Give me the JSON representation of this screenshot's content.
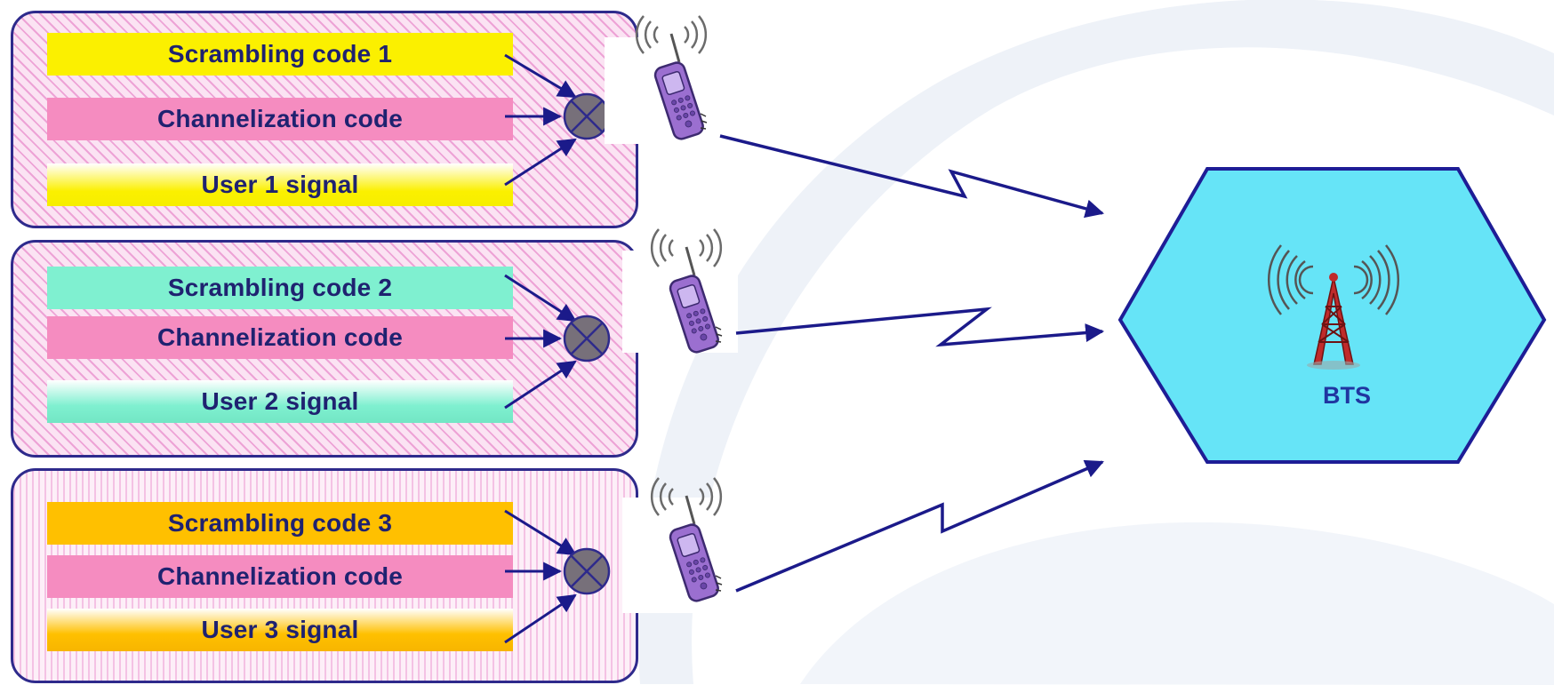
{
  "groups": [
    {
      "scrambling_label": "Scrambling code 1",
      "channelization_label": "Channelization code",
      "signal_label": "User 1 signal",
      "scrambling_color": "#fbf000",
      "signal_color": "#f6ee00"
    },
    {
      "scrambling_label": "Scrambling code 2",
      "channelization_label": "Channelization code",
      "signal_label": "User 2 signal",
      "scrambling_color": "#7ff0d0",
      "signal_color": "#72e6c4"
    },
    {
      "scrambling_label": "Scrambling code 3",
      "channelization_label": "Channelization code",
      "signal_label": "User 3 signal",
      "scrambling_color": "#ffc000",
      "signal_color": "#f7b500"
    }
  ],
  "bts": {
    "label": "BTS",
    "fill_color": "#66e4f7",
    "border_color": "#1e1d96"
  },
  "colors": {
    "border": "#2e2a8c",
    "text": "#1f2270",
    "channelization": "#f58cc0",
    "arrow": "#1b1a8a",
    "phone": "#9b6fd0",
    "tower": "#c02b2b"
  },
  "icons": [
    "multiplier-icon",
    "mobile-phone-icon",
    "lightning-link-icon",
    "cell-tower-icon"
  ]
}
